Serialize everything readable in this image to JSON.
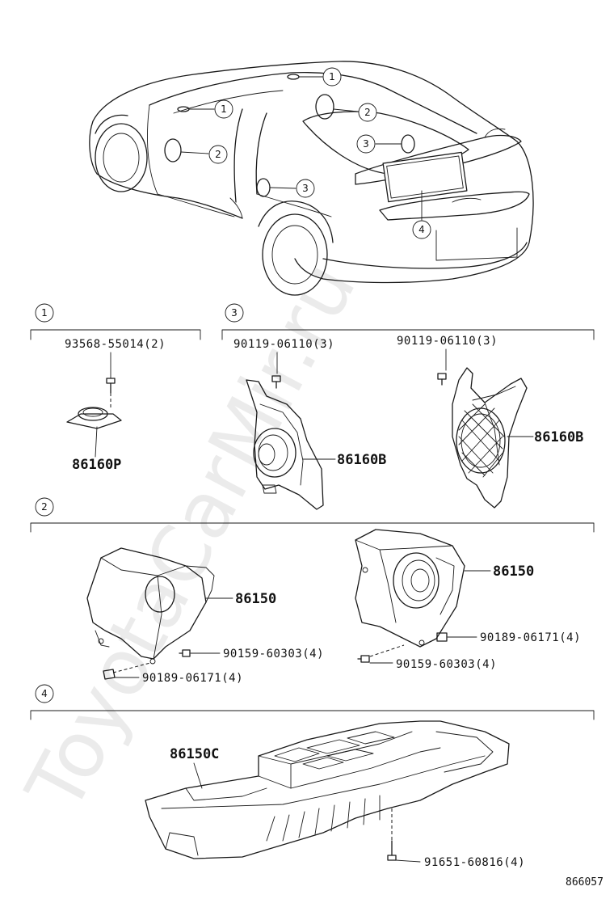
{
  "watermark": "ToyotaCarMir.ru",
  "reference_code": "866057",
  "callouts": {
    "c1": "1",
    "c2": "2",
    "c3": "3",
    "c4": "4"
  },
  "section1": {
    "number": "1",
    "screw_part": "93568-55014(2)",
    "tweeter_part": "86160P"
  },
  "section3": {
    "number": "3",
    "screw_left": "90119-06110(3)",
    "screw_right": "90119-06110(3)",
    "speaker_left": "86160B",
    "speaker_right": "86160B"
  },
  "section2": {
    "number": "2",
    "speaker_left": "86150",
    "speaker_right": "86150",
    "bolt_a_left": "90159-60303(4)",
    "bolt_b_left": "90189-06171(4)",
    "bolt_b_right": "90189-06171(4)",
    "bolt_a_right": "90159-60303(4)"
  },
  "section4": {
    "number": "4",
    "box_part": "86150C",
    "screw_part": "91651-60816(4)"
  }
}
